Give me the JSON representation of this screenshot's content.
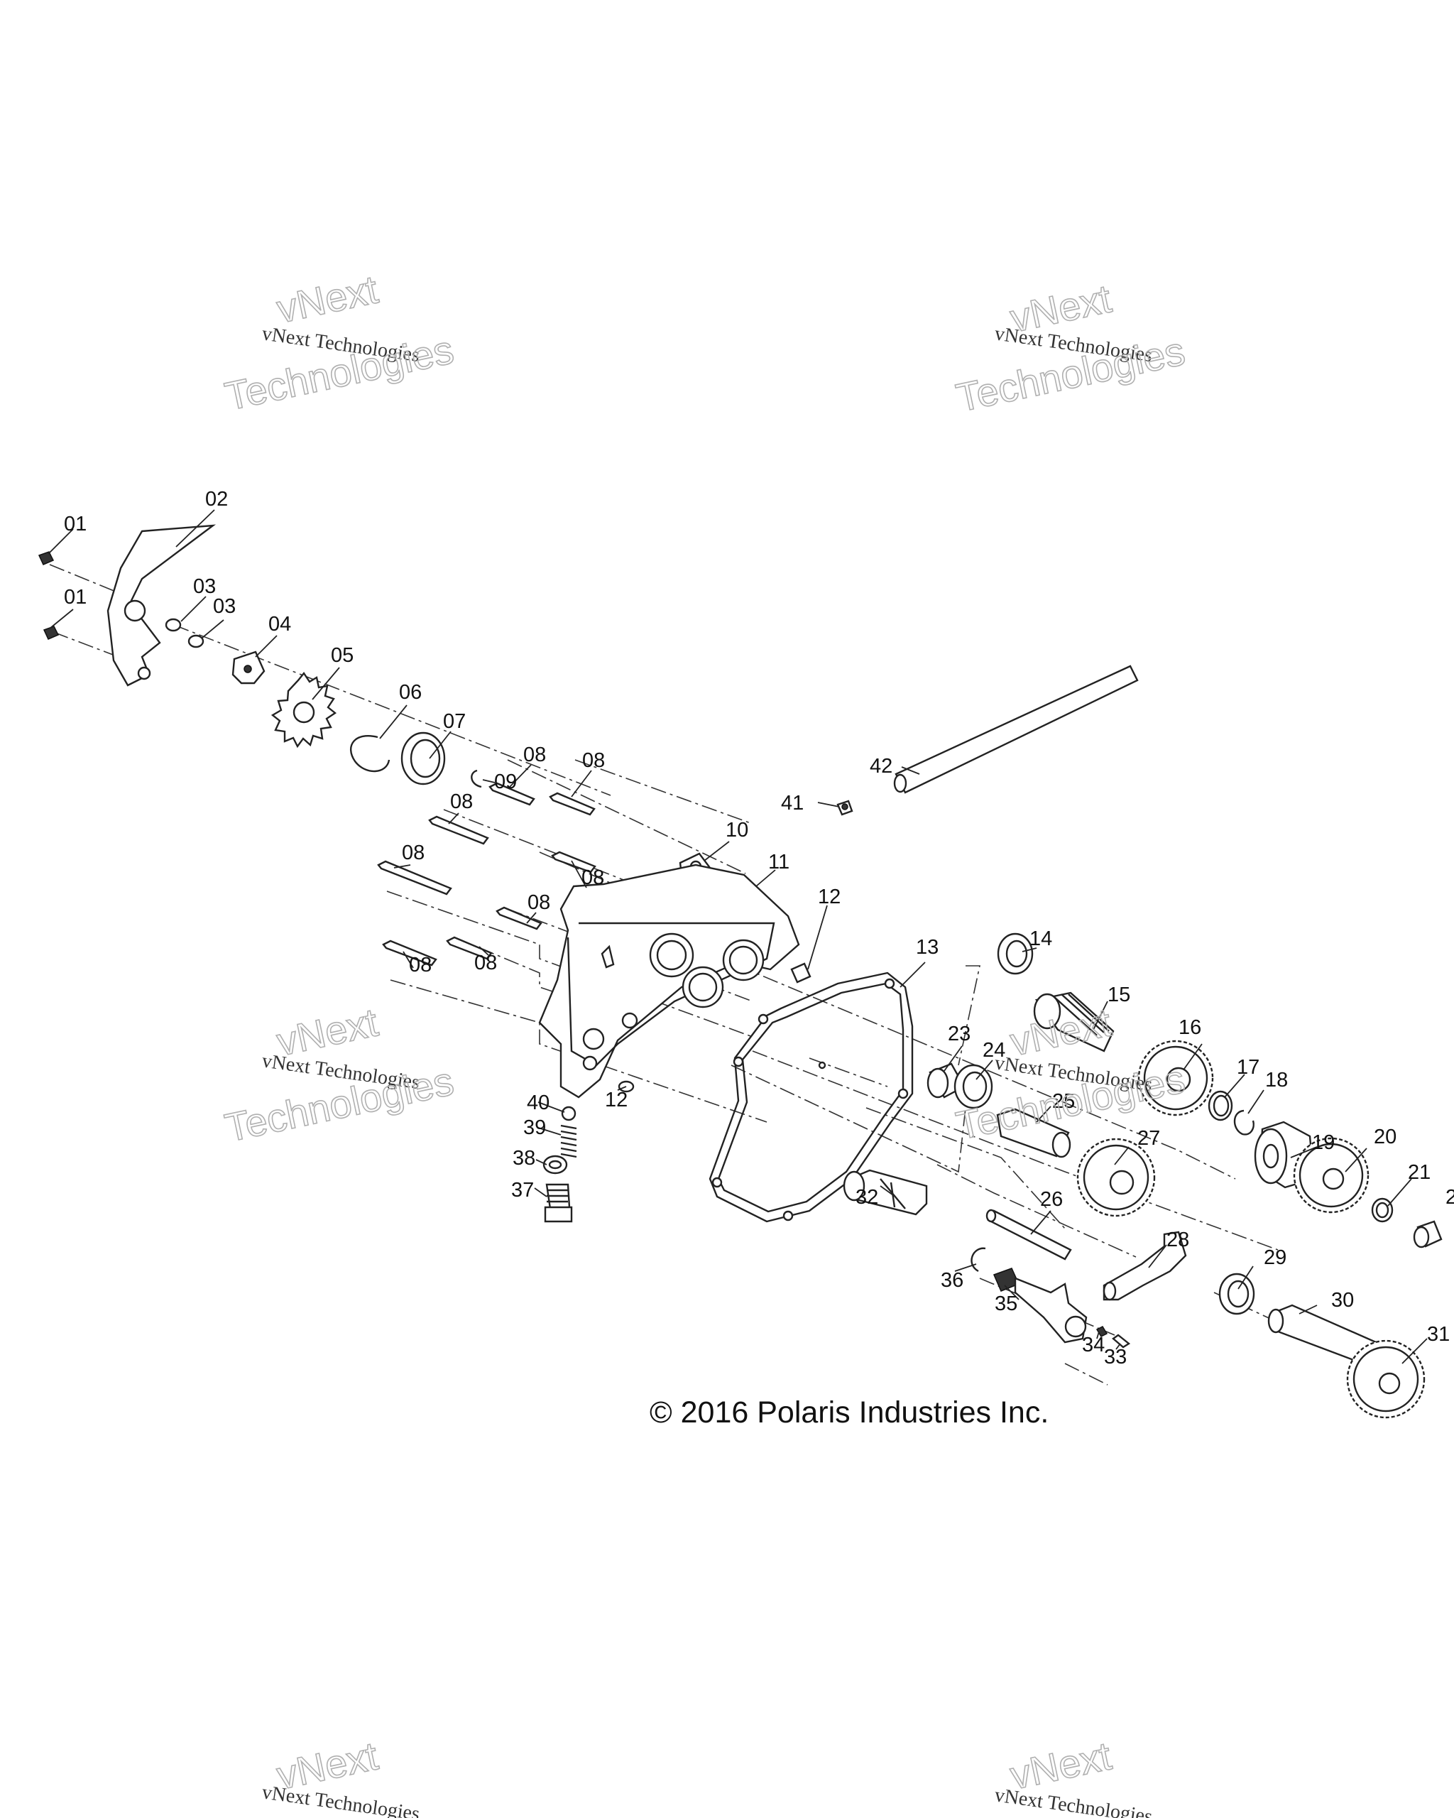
{
  "callouts": [
    {
      "id": "01",
      "label": "01"
    },
    {
      "id": "01b",
      "label": "01"
    },
    {
      "id": "02",
      "label": "02"
    },
    {
      "id": "03",
      "label": "03"
    },
    {
      "id": "03b",
      "label": "03"
    },
    {
      "id": "04",
      "label": "04"
    },
    {
      "id": "05",
      "label": "05"
    },
    {
      "id": "06",
      "label": "06"
    },
    {
      "id": "07",
      "label": "07"
    },
    {
      "id": "08a",
      "label": "08"
    },
    {
      "id": "08b",
      "label": "08"
    },
    {
      "id": "08c",
      "label": "08"
    },
    {
      "id": "08d",
      "label": "08"
    },
    {
      "id": "08e",
      "label": "08"
    },
    {
      "id": "08f",
      "label": "08"
    },
    {
      "id": "08g",
      "label": "08"
    },
    {
      "id": "08h",
      "label": "08"
    },
    {
      "id": "09",
      "label": "09"
    },
    {
      "id": "10",
      "label": "10"
    },
    {
      "id": "11",
      "label": "11"
    },
    {
      "id": "12",
      "label": "12"
    },
    {
      "id": "12b",
      "label": "12"
    },
    {
      "id": "13",
      "label": "13"
    },
    {
      "id": "14",
      "label": "14"
    },
    {
      "id": "15",
      "label": "15"
    },
    {
      "id": "16",
      "label": "16"
    },
    {
      "id": "17",
      "label": "17"
    },
    {
      "id": "18",
      "label": "18"
    },
    {
      "id": "19",
      "label": "19"
    },
    {
      "id": "20",
      "label": "20"
    },
    {
      "id": "21",
      "label": "21"
    },
    {
      "id": "22",
      "label": "2"
    },
    {
      "id": "23",
      "label": "23"
    },
    {
      "id": "24",
      "label": "24"
    },
    {
      "id": "25",
      "label": "25"
    },
    {
      "id": "26",
      "label": "26"
    },
    {
      "id": "27",
      "label": "27"
    },
    {
      "id": "28",
      "label": "28"
    },
    {
      "id": "29",
      "label": "29"
    },
    {
      "id": "30",
      "label": "30"
    },
    {
      "id": "31",
      "label": "31"
    },
    {
      "id": "32",
      "label": "32"
    },
    {
      "id": "33",
      "label": "33"
    },
    {
      "id": "34",
      "label": "34"
    },
    {
      "id": "35",
      "label": "35"
    },
    {
      "id": "36",
      "label": "36"
    },
    {
      "id": "37",
      "label": "37"
    },
    {
      "id": "38",
      "label": "38"
    },
    {
      "id": "39",
      "label": "39"
    },
    {
      "id": "40",
      "label": "40"
    },
    {
      "id": "41",
      "label": "41"
    },
    {
      "id": "42",
      "label": "42"
    }
  ],
  "watermark": {
    "line1": "vNext Technologies",
    "big1": "vNext",
    "big2": "Technologies"
  },
  "copyright": "© 2016 Polaris Industries Inc."
}
